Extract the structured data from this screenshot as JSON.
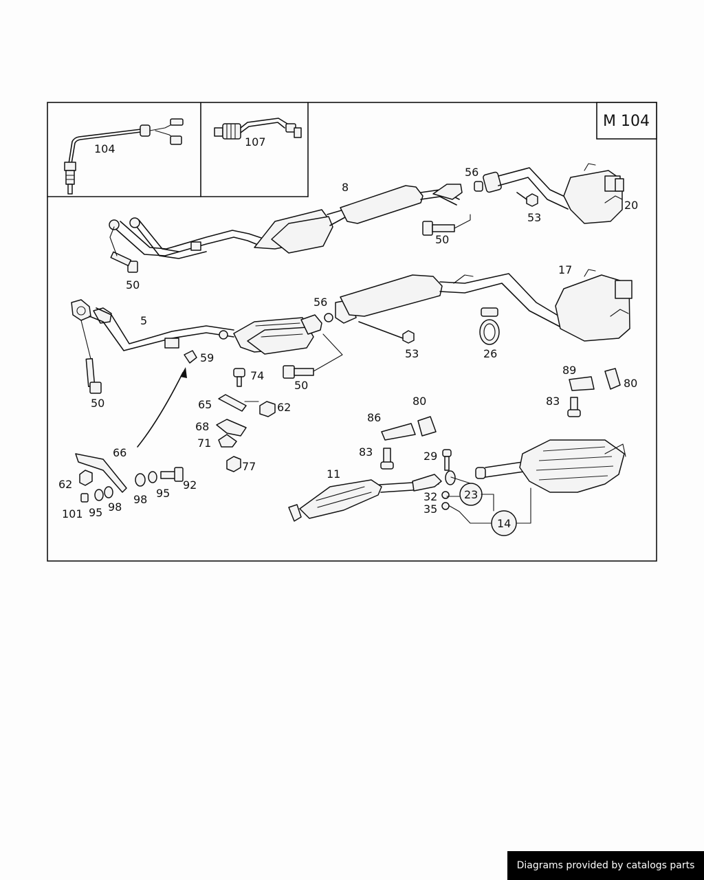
{
  "diagram": {
    "model_tag": "M 104",
    "labels": {
      "p104": "104",
      "p107": "107",
      "p8": "8",
      "p56a": "56",
      "p20": "20",
      "p53a": "53",
      "p50a": "50",
      "p50b": "50",
      "p17": "17",
      "p5": "5",
      "p56b": "56",
      "p59": "59",
      "p53b": "53",
      "p26": "26",
      "p50c": "50",
      "p74": "74",
      "p50d": "50",
      "p65": "65",
      "p62a": "62",
      "p68": "68",
      "p71": "71",
      "p77": "77",
      "p66": "66",
      "p62b": "62",
      "p98a": "98",
      "p95a": "95",
      "p92": "92",
      "p101": "101",
      "p95b": "95",
      "p98b": "98",
      "p89": "89",
      "p80a": "80",
      "p83a": "83",
      "p86": "86",
      "p80b": "80",
      "p83b": "83",
      "p29": "29",
      "p11": "11",
      "p23": "23",
      "p32": "32",
      "p35": "35",
      "p14": "14"
    }
  },
  "footer": {
    "credit": "Diagrams provided by catalogs parts"
  }
}
